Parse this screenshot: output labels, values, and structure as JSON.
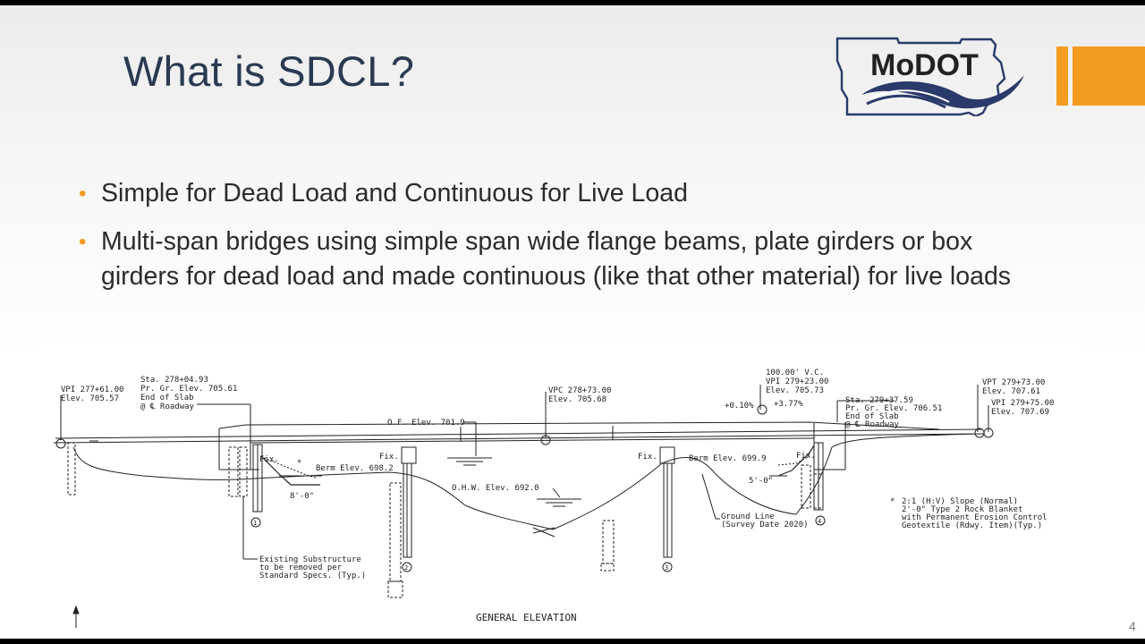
{
  "slide": {
    "title": "What is SDCL?",
    "logo_text": "MoDOT",
    "page_number": "4",
    "accent_color": "#f39c1f",
    "title_color": "#2a3a52"
  },
  "bullets": [
    "Simple for Dead Load and Continuous for Live Load",
    "Multi-span bridges using simple span wide flange beams, plate girders or box girders for dead load and made continuous (like that other material) for live loads"
  ],
  "drawing": {
    "vpi_left_1": "VPI 277+61.00",
    "vpi_left_2": "Elev. 705.57",
    "sta_left_1": "Sta. 278+04.93",
    "sta_left_2": "Pr. Gr. Elev. 705.61",
    "sta_left_3": "End of Slab",
    "sta_left_4": "@ ℄ Roadway",
    "vpc_1": "VPC 278+73.00",
    "vpc_2": "Elev. 705.68",
    "vc_1": "100.00' V.C.",
    "vc_2": "VPI 279+23.00",
    "vc_3": "Elev. 705.73",
    "grade_left": "+0.10%",
    "grade_right": "+3.77%",
    "sta_right_1": "Sta. 279+37.59",
    "sta_right_2": "Pr. Gr. Elev. 706.51",
    "sta_right_3": "End of Slab",
    "sta_right_4": "@ ℄ Roadway",
    "vpt_1": "VPT 279+73.00",
    "vpt_2": "Elev. 707.61",
    "vpi_right_1": "VPI 279+75.00",
    "vpi_right_2": "Elev. 707.69",
    "of_elev": "O.F. Elev. 701.9",
    "ohw_elev": "O.H.W. Elev. 692.0",
    "berm_left": "Berm Elev. 698.2",
    "berm_right": "Berm Elev. 699.9",
    "fix_1": "Fix.",
    "fix_2": "Fix.",
    "fix_3": "Fix.",
    "fix_4": "Fix.",
    "dim_left": "8'-0\"",
    "dim_right": "5'-0\"",
    "ground_1": "Ground Line",
    "ground_2": "(Survey Date 2020)",
    "existing_1": "Existing Substructure",
    "existing_2": "to be removed per",
    "existing_3": "Standard Specs. (Typ.)",
    "note_star": "*",
    "note_1": "2:1 (H:V) Slope (Normal)",
    "note_2": "2'-0\" Type 2 Rock Blanket",
    "note_3": "with Permanent Erosion Control",
    "note_4": "Geotextile (Rdwy. Item)(Typ.)",
    "bent_1": "1",
    "bent_2": "2",
    "bent_3": "3",
    "bent_4": "4",
    "caption": "GENERAL ELEVATION"
  }
}
